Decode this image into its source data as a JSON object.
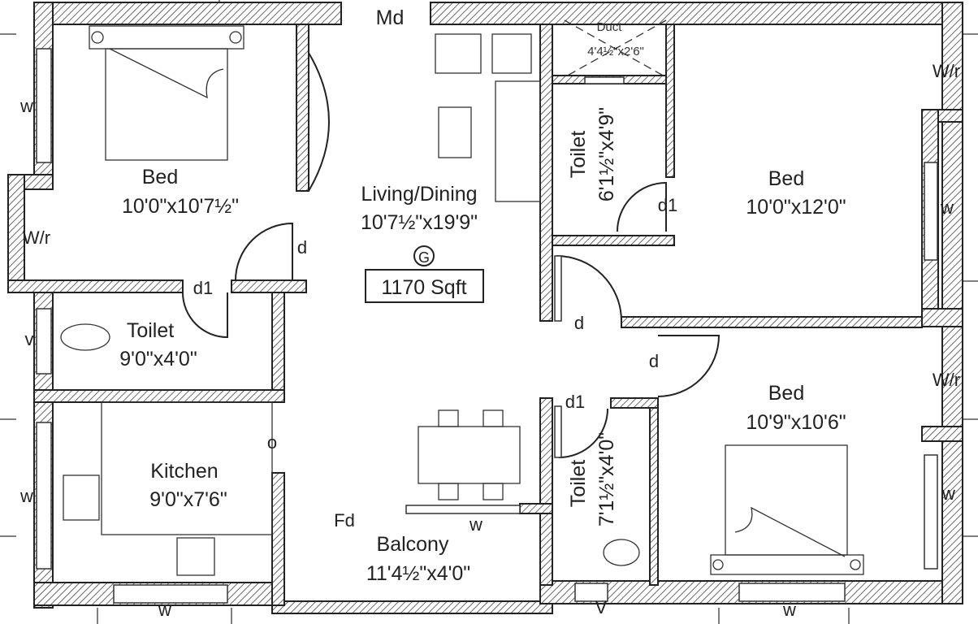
{
  "plan": {
    "total_area": "1170 Sqft",
    "main_door": "Md",
    "grid_marker": "G",
    "rooms": {
      "bed1": {
        "name": "Bed",
        "size": "10'0\"x10'7½\""
      },
      "living": {
        "name": "Living/Dining",
        "size": "10'7½\"x19'9\""
      },
      "bed2": {
        "name": "Bed",
        "size": "10'0\"x12'0\""
      },
      "bed3": {
        "name": "Bed",
        "size": "10'9\"x10'6\""
      },
      "toilet1": {
        "name": "Toilet",
        "size": "9'0\"x4'0\""
      },
      "toilet2": {
        "name": "Toilet",
        "size": "6'1½\"x4'9\""
      },
      "toilet3": {
        "name": "Toilet",
        "size": "7'1½\"x4'0\""
      },
      "kitchen": {
        "name": "Kitchen",
        "size": "9'0\"x7'6\""
      },
      "balcony": {
        "name": "Balcony",
        "size": "11'4½\"x4'0\""
      },
      "duct": {
        "name": "Duct",
        "size": "4'4½\"x2'6\""
      }
    },
    "labels": {
      "w": "w",
      "v": "V",
      "vl": "v",
      "wr": "W/r",
      "d": "d",
      "d1": "d1",
      "fd": "Fd",
      "o": "o"
    }
  }
}
